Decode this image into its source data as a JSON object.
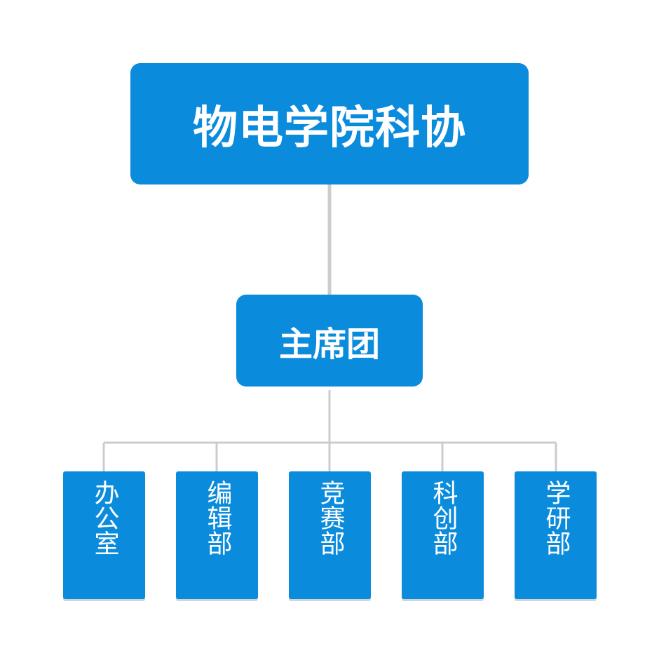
{
  "colors": {
    "node_fill": "#0b8bdc",
    "node_text": "#ffffff",
    "connector": "#cccccc",
    "background": "#ffffff"
  },
  "org": {
    "root": {
      "label": "物电学院科协"
    },
    "level1": {
      "label": "主席团"
    },
    "departments": [
      {
        "label": "办公室"
      },
      {
        "label": "编辑部"
      },
      {
        "label": "竞赛部"
      },
      {
        "label": "科创部"
      },
      {
        "label": "学研部"
      }
    ]
  }
}
